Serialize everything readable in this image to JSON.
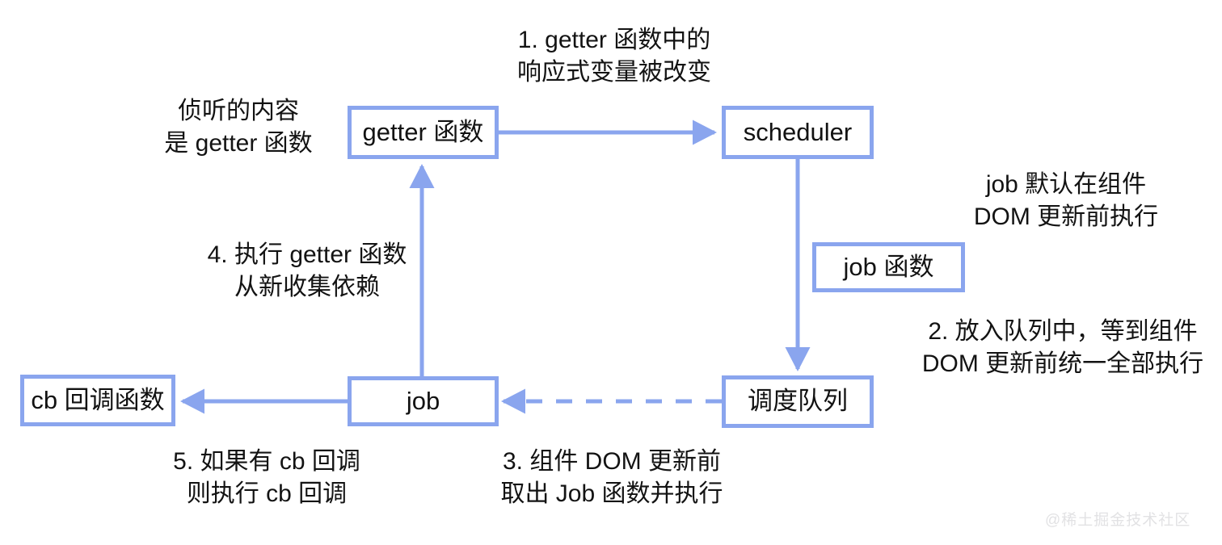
{
  "diagram": {
    "title": "Vue watch scheduler flow",
    "accent_color": "#8aa5ee",
    "background_color": "#ffffff",
    "text_color": "#131313",
    "nodes": [
      {
        "id": "getter",
        "label": "getter 函数"
      },
      {
        "id": "scheduler",
        "label": "scheduler"
      },
      {
        "id": "job_fn",
        "label": "job 函数"
      },
      {
        "id": "cb",
        "label": "cb 回调函数"
      },
      {
        "id": "job",
        "label": "job"
      },
      {
        "id": "queue",
        "label": "调度队列"
      }
    ],
    "notes": [
      {
        "id": "note-watch-source",
        "text": "侦听的内容\n是 getter 函数"
      },
      {
        "id": "note-step-1",
        "text": "1. getter 函数中的\n响应式变量被改变"
      },
      {
        "id": "note-job-timing",
        "text": "job 默认在组件\nDOM 更新前执行"
      },
      {
        "id": "note-step-4",
        "text": "4. 执行 getter 函数\n从新收集依赖"
      },
      {
        "id": "note-step-2",
        "text": "2. 放入队列中，等到组件\nDOM 更新前统一全部执行"
      },
      {
        "id": "note-step-5",
        "text": "5. 如果有 cb 回调\n则执行 cb 回调"
      },
      {
        "id": "note-step-3",
        "text": "3. 组件 DOM 更新前\n取出 Job 函数并执行"
      }
    ],
    "edges": [
      {
        "id": "edge-getter-to-scheduler",
        "from": "getter",
        "to": "scheduler",
        "style": "solid"
      },
      {
        "id": "edge-scheduler-to-queue",
        "from": "scheduler",
        "to": "queue",
        "style": "solid"
      },
      {
        "id": "edge-queue-to-job",
        "from": "queue",
        "to": "job",
        "style": "dashed"
      },
      {
        "id": "edge-job-to-cb",
        "from": "job",
        "to": "cb",
        "style": "solid"
      },
      {
        "id": "edge-job-to-getter",
        "from": "job",
        "to": "getter",
        "style": "solid"
      }
    ]
  },
  "watermark": {
    "text": "@稀土掘金技术社区"
  }
}
